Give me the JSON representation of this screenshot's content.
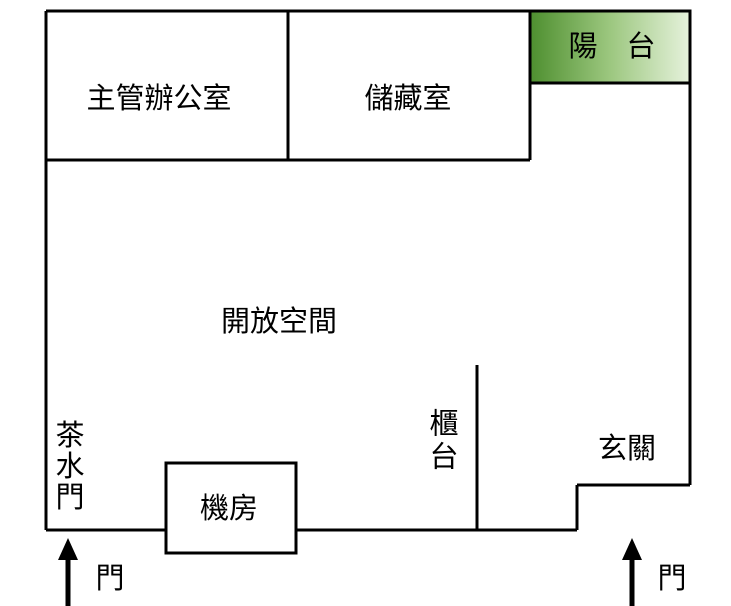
{
  "colors": {
    "wall": "#000000",
    "balcony_dark": "#4e8f2f",
    "balcony_light": "#e6f2dc",
    "background": "#ffffff"
  },
  "rooms": {
    "manager_office": "主管辦公室",
    "storage": "儲藏室",
    "balcony": "陽　台",
    "open_space": "開放空間",
    "tea_room": "茶水門",
    "server_room": "機房",
    "counter": "櫃台",
    "entrance": "玄關"
  },
  "doors": {
    "left_label": "門",
    "right_label": "門"
  },
  "icons": {
    "left_door_arrow": "arrow-up-icon",
    "right_door_arrow": "arrow-up-icon"
  }
}
